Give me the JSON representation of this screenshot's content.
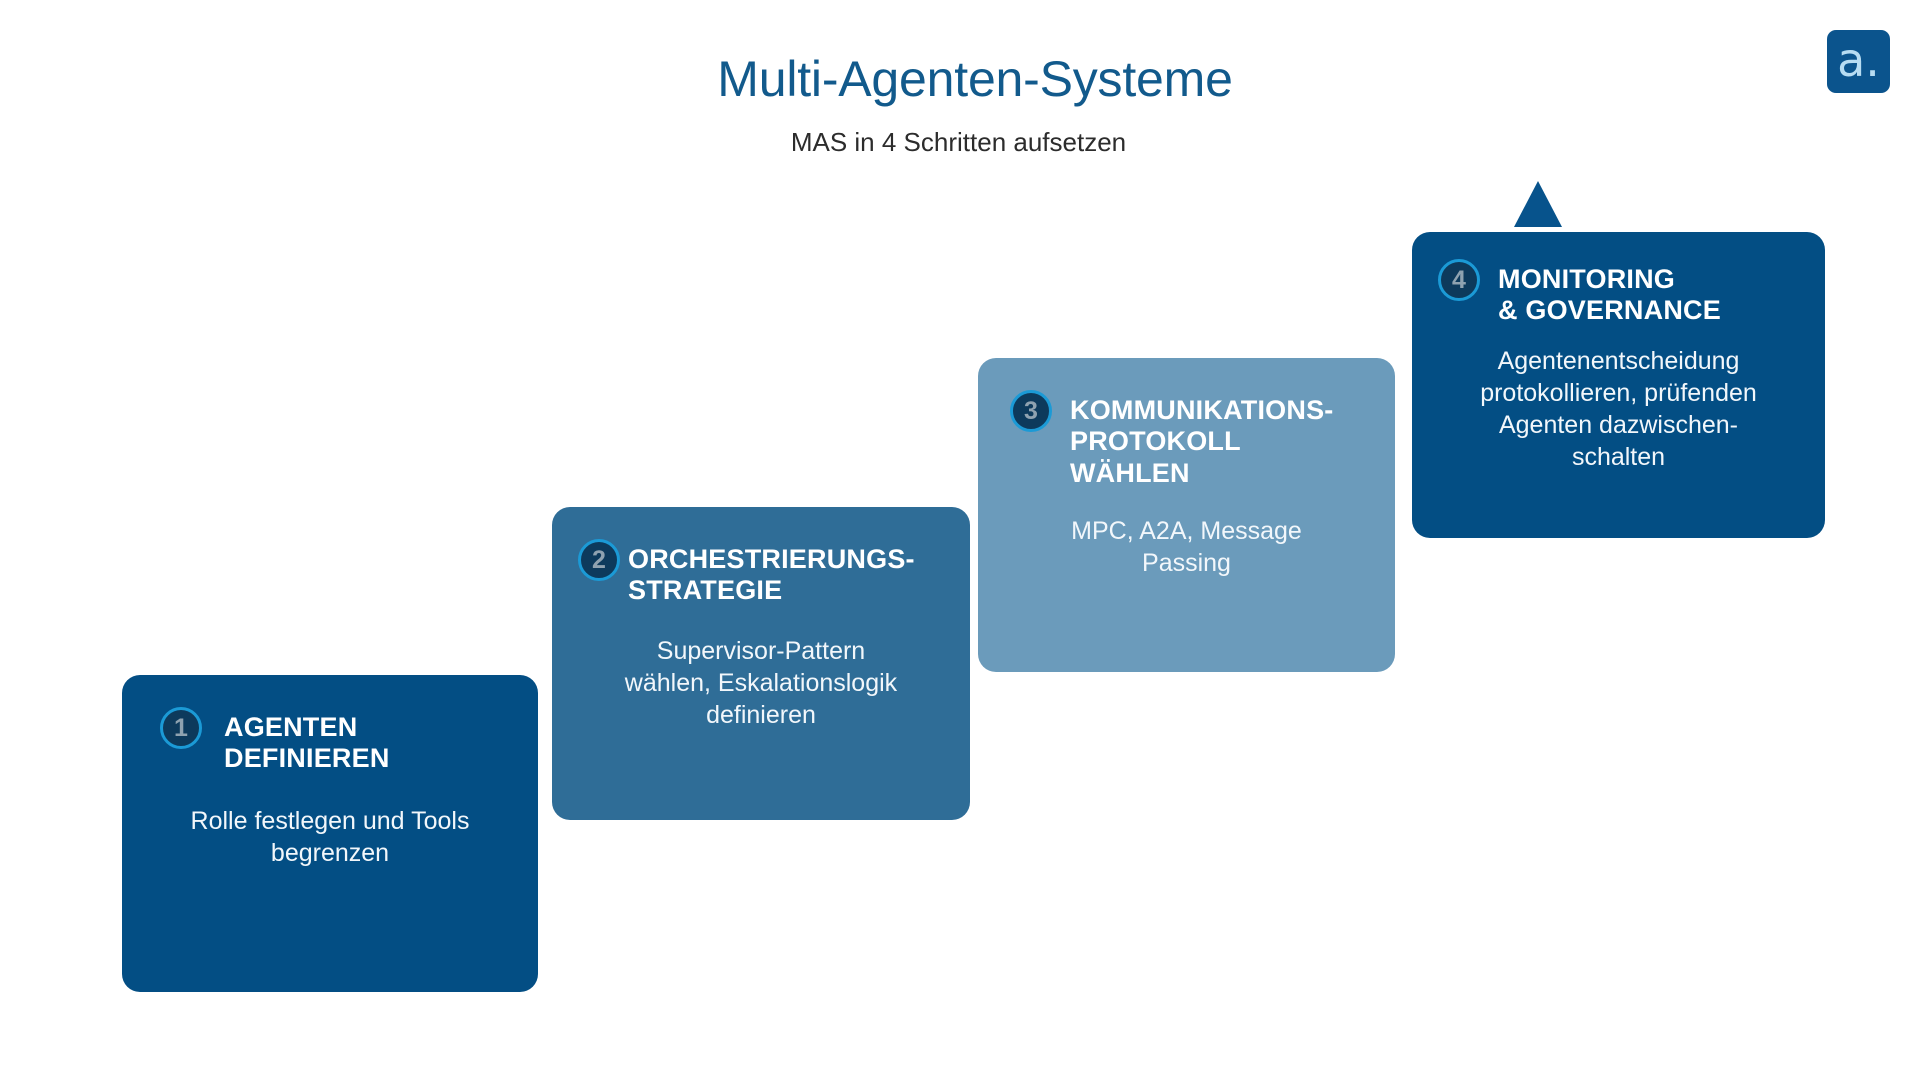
{
  "header": {
    "title": "Multi-Agenten-Systeme",
    "subtitle": "MAS in 4 Schritten aufsetzen",
    "title_color": "#125a8c"
  },
  "logo": {
    "name": "logo-a-mark",
    "glyph": "a.",
    "background_color": "#0b548d",
    "glyph_color": "#b7dcf2"
  },
  "steps": [
    {
      "number": "1",
      "title": "AGENTEN\nDEFINIEREN",
      "body": "Rolle festlegen und Tools\nbegrenzen",
      "color": "#034e84"
    },
    {
      "number": "2",
      "title": "ORCHESTRIERUNGS-\nSTRATEGIE",
      "body": "Supervisor-Pattern\nwählen, Eskalationslogik\ndefinieren",
      "color": "#2f6d97"
    },
    {
      "number": "3",
      "title": "KOMMUNIKATIONS-\nPROTOKOLL\nWÄHLEN",
      "body": "MPC, A2A, Message\nPassing",
      "color": "#6b9bbb"
    },
    {
      "number": "4",
      "title": "MONITORING\n& GOVERNANCE",
      "body": "Agentenentscheidung\nprotokollieren, prüfenden\nAgenten dazwischen-\nschalten",
      "color": "#034e84"
    }
  ],
  "badge_style": {
    "fill": "#0d3a5c",
    "ring": "#1b9ad6",
    "numeral": "#8fa2b0"
  },
  "arrow": {
    "name": "arrow-up-icon",
    "color": "#07538c"
  }
}
